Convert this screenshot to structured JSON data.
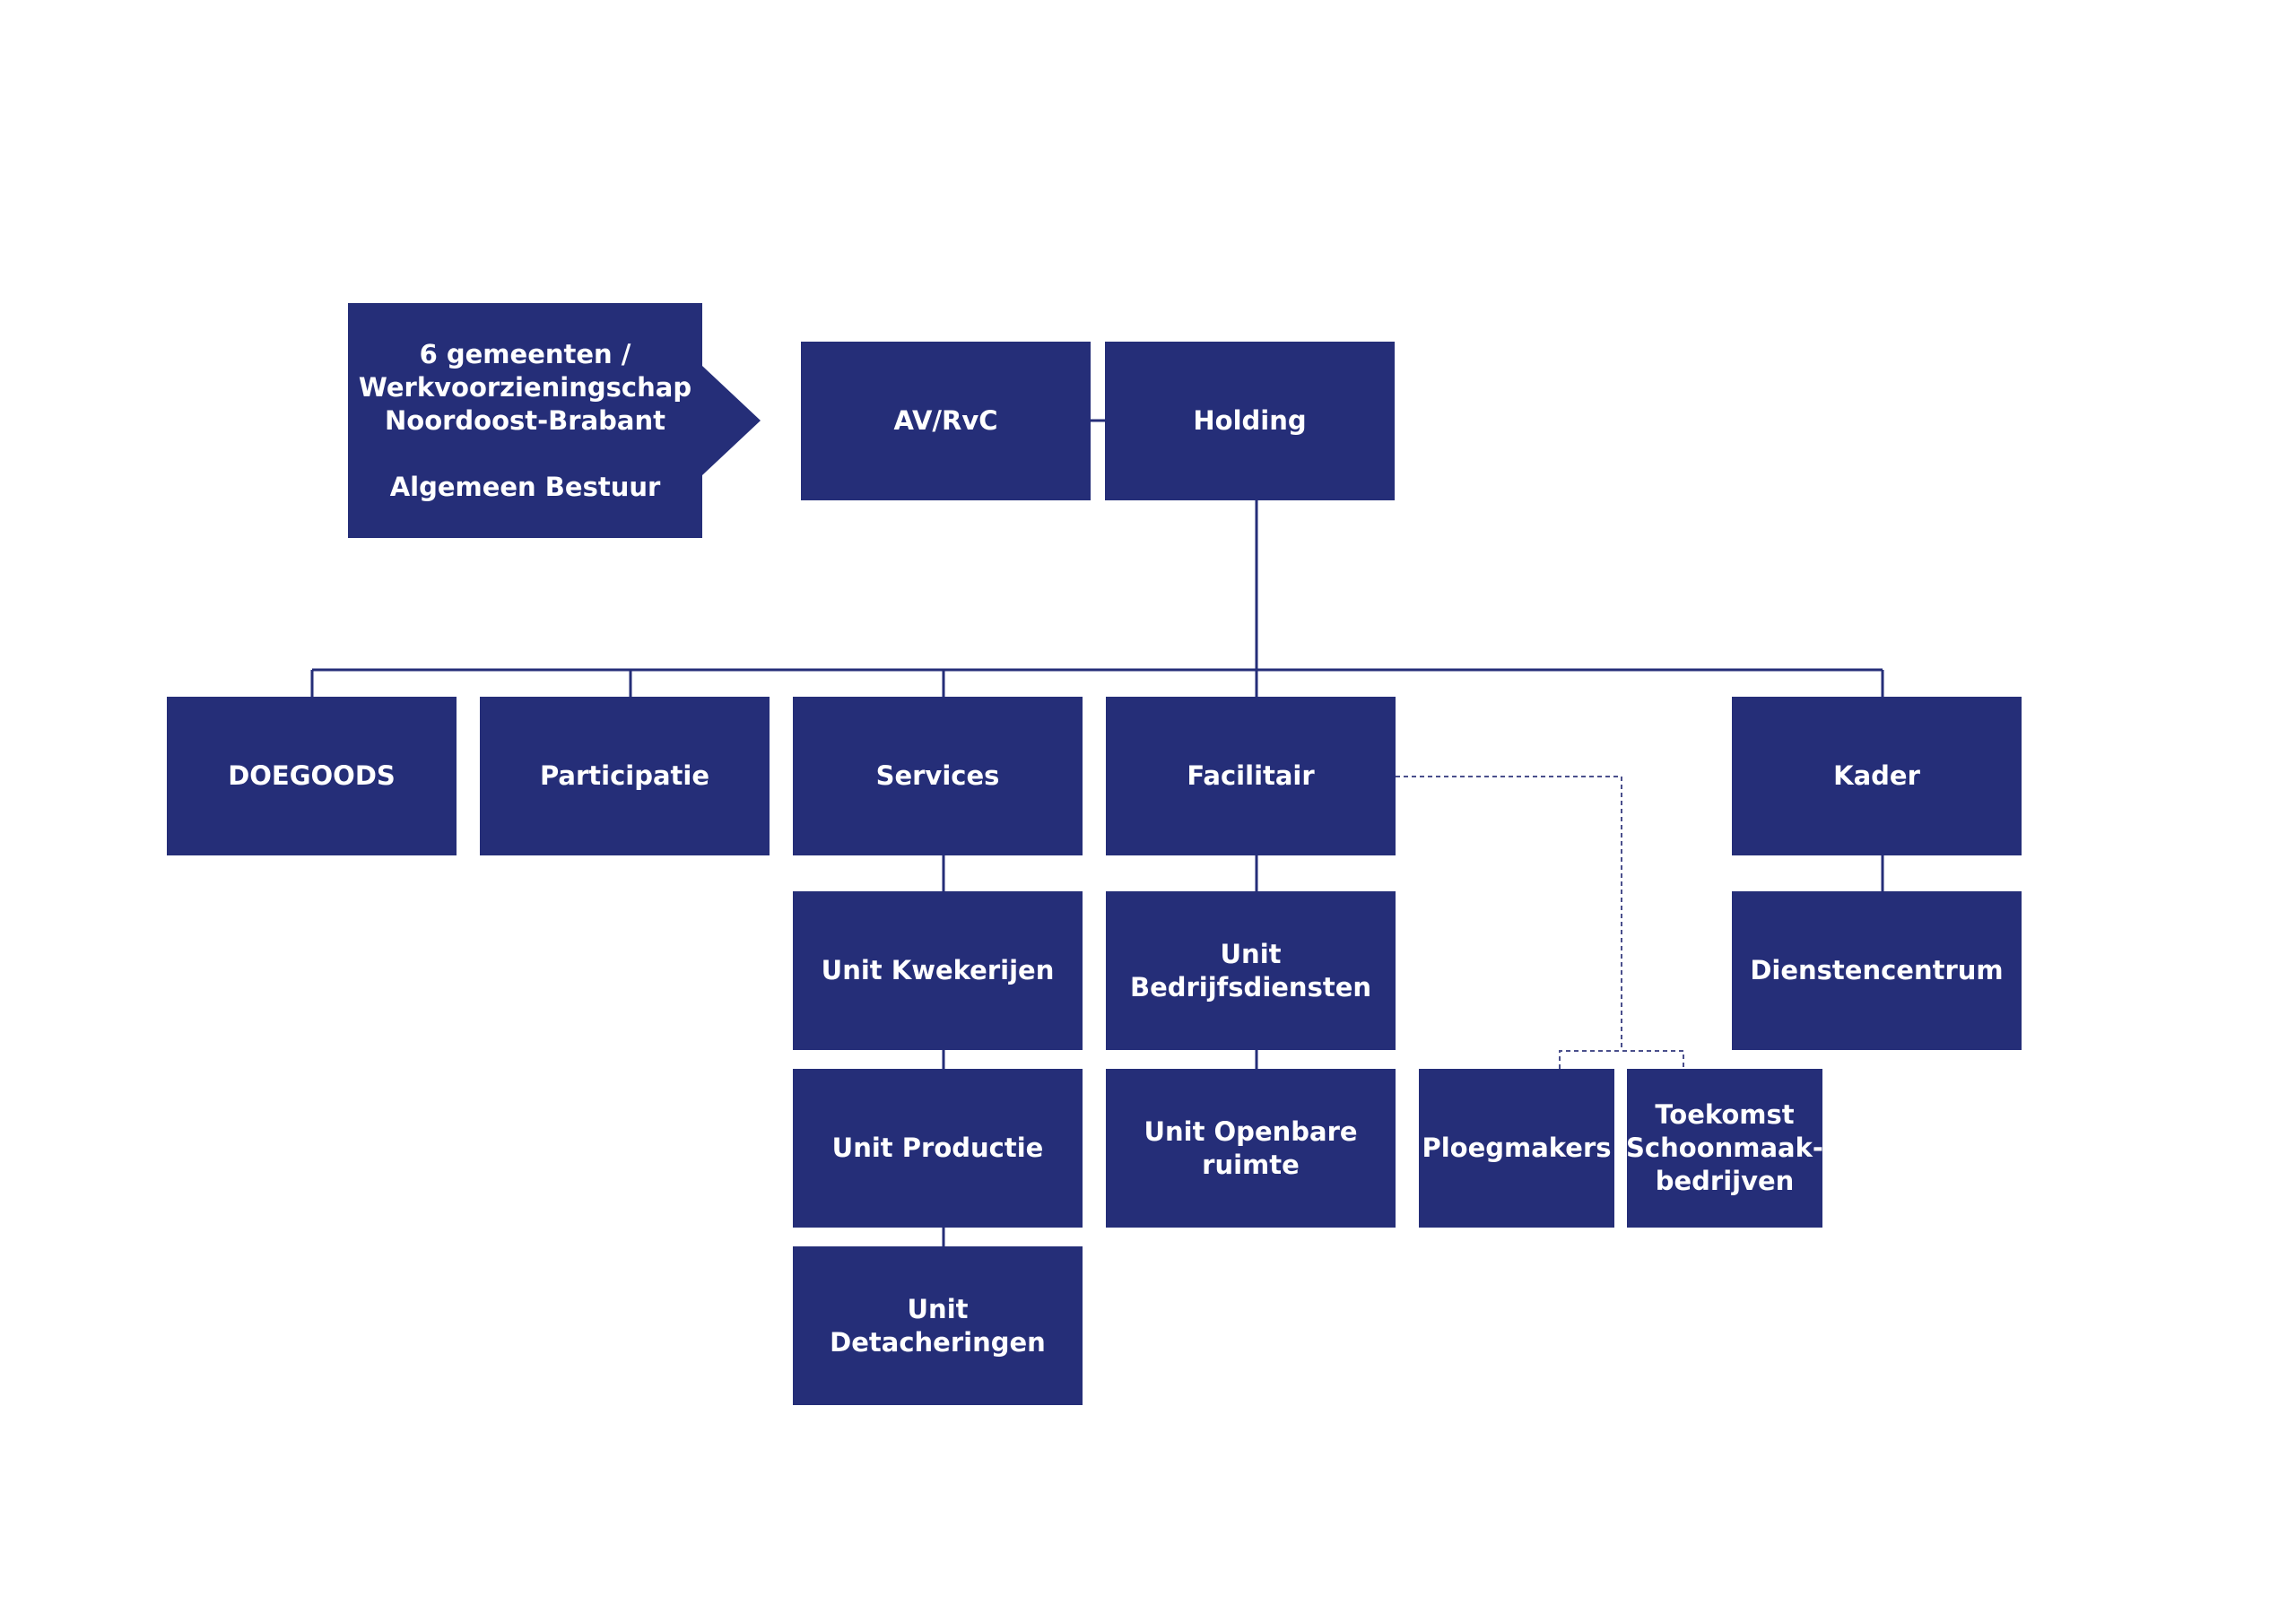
{
  "colors": {
    "box_fill": "#252e78",
    "box_text": "#ffffff",
    "connector": "#252e78",
    "background": "#ffffff"
  },
  "nodes": {
    "gemeenten": "6 gemeenten /\nWerkvoorzieningschap\n   Noordoost-Brabant\n\nAlgemeen Bestuur",
    "avrvc": "AV/RvC",
    "holding": "Holding",
    "doegoods": "DOEGOODS",
    "participatie": "Participatie",
    "services": "Services",
    "facilitair": "Facilitair",
    "kader": "Kader",
    "kwekerijen": "Unit Kwekerijen",
    "bedrijfsdiensten": "Unit Bedrijfsdiensten",
    "dienstencentrum": "Dienstencentrum",
    "productie": "Unit Productie",
    "openbare_ruimte": "Unit Openbare ruimte",
    "ploegmakers": "Ploegmakers",
    "toekomst": "Toekomst\nSchoonmaak-\nbedrijven",
    "detacheringen": "Unit Detacheringen"
  },
  "connections": [
    {
      "from": "avrvc",
      "to": "holding",
      "style": "solid"
    },
    {
      "from": "holding",
      "to": "doegoods",
      "style": "solid"
    },
    {
      "from": "holding",
      "to": "participatie",
      "style": "solid"
    },
    {
      "from": "holding",
      "to": "services",
      "style": "solid"
    },
    {
      "from": "holding",
      "to": "facilitair",
      "style": "solid"
    },
    {
      "from": "holding",
      "to": "kader",
      "style": "solid"
    },
    {
      "from": "services",
      "to": "kwekerijen",
      "style": "solid"
    },
    {
      "from": "kwekerijen",
      "to": "productie",
      "style": "solid"
    },
    {
      "from": "productie",
      "to": "detacheringen",
      "style": "solid"
    },
    {
      "from": "facilitair",
      "to": "bedrijfsdiensten",
      "style": "solid"
    },
    {
      "from": "bedrijfsdiensten",
      "to": "openbare_ruimte",
      "style": "solid"
    },
    {
      "from": "kader",
      "to": "dienstencentrum",
      "style": "solid"
    },
    {
      "from": "facilitair",
      "to": "ploegmakers",
      "style": "dashed"
    },
    {
      "from": "facilitair",
      "to": "toekomst",
      "style": "dashed"
    }
  ]
}
